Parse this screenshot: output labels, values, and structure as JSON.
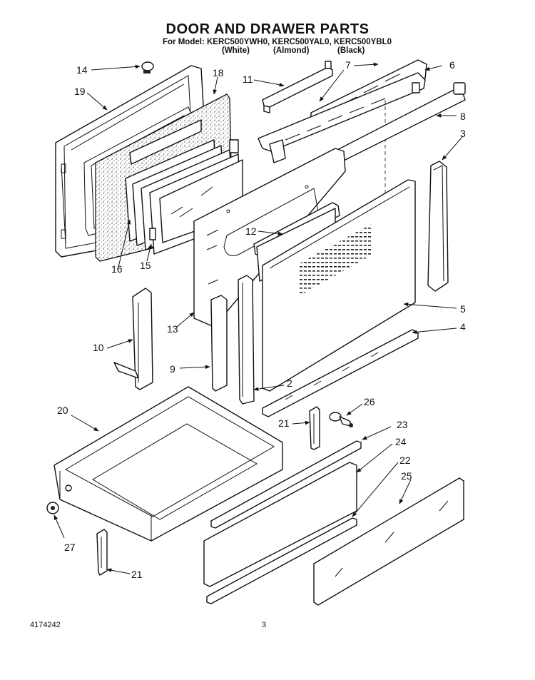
{
  "header": {
    "title": "DOOR AND DRAWER PARTS",
    "model_line": "For Model: KERC500YWH0, KERC500YAL0, KERC500YBL0",
    "variants": [
      "(White)",
      "(Almond)",
      "(Black)"
    ]
  },
  "footer": {
    "doc_number": "4174242",
    "page_number": "3"
  },
  "callouts": [
    "14",
    "19",
    "18",
    "11",
    "7",
    "6",
    "8",
    "3",
    "12",
    "5",
    "4",
    "16",
    "15",
    "13",
    "10",
    "9",
    "2",
    "20",
    "26",
    "21",
    "23",
    "24",
    "22",
    "25",
    "27",
    "21"
  ]
}
